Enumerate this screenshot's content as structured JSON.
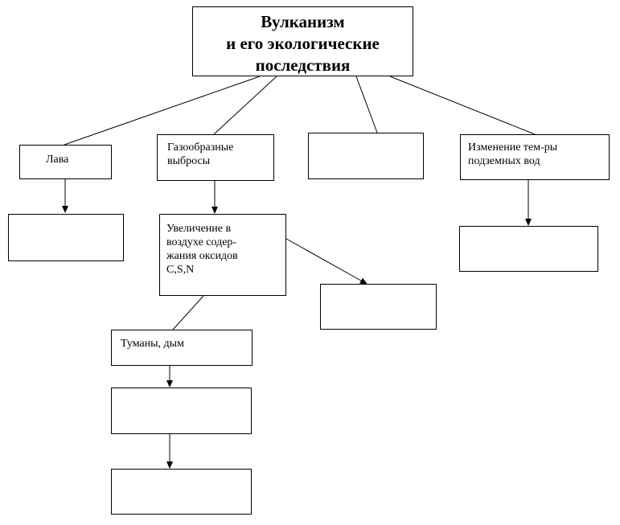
{
  "diagram": {
    "title": "Вулканизм\nи его  экологические\nпоследствия",
    "lava": "Лава",
    "gas_emissions": "Газообразные\n    выбросы",
    "groundwater": "Изменение тем-ры\n подземных вод",
    "oxides": "Увеличение в\nвоздухе содер-\nжания оксидов\nC,S,N",
    "fog_smoke": "Туманы, дым",
    "empty_box_label": ""
  }
}
